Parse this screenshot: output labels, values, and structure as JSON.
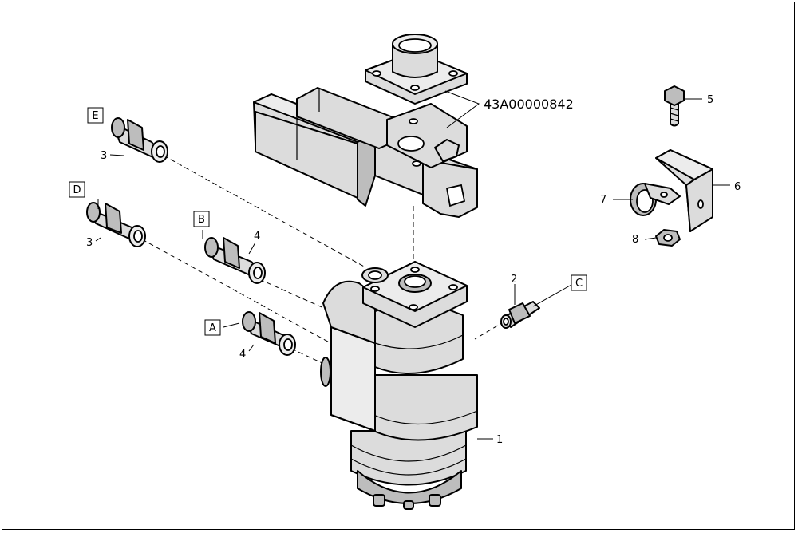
{
  "part_number": "43A00000842",
  "callouts": {
    "c1": "1",
    "c2": "2",
    "c3a": "3",
    "c3b": "3",
    "c4a": "4",
    "c4b": "4",
    "c5": "5",
    "c6": "6",
    "c7": "7",
    "c8": "8"
  },
  "port_labels": {
    "A": "A",
    "B": "B",
    "C": "C",
    "D": "D",
    "E": "E"
  }
}
